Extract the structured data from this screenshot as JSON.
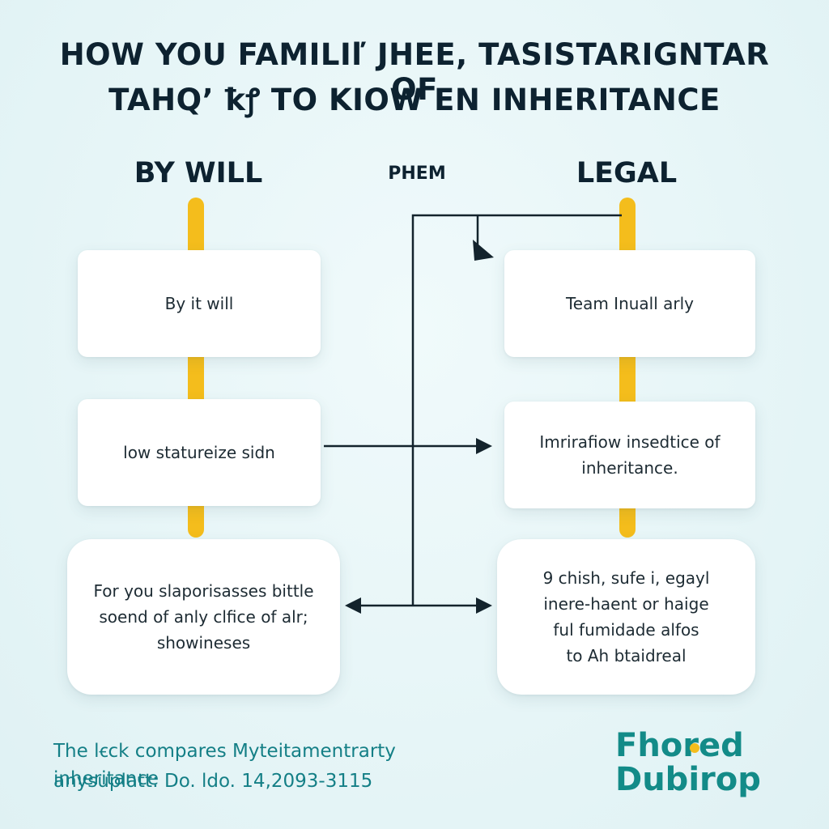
{
  "title": {
    "line1": "HOW YOU FAMILIľ JHEE, TASISTARIGNTAR OF",
    "line2": "TAHQ’ ꝁꝭ TO KIOW EN INHERITANCE"
  },
  "columns": {
    "left_heading": "BY WILL",
    "middle_heading": "PHEM",
    "right_heading": "LEGAL"
  },
  "left_cards": [
    {
      "lines": [
        "By it will"
      ]
    },
    {
      "lines": [
        "low statureize sidn"
      ]
    },
    {
      "lines": [
        "For you slaporisasses bittle",
        "soend of anly clfice of alr;",
        "showineses"
      ]
    }
  ],
  "right_cards": [
    {
      "lines": [
        "Team Inuall arly"
      ]
    },
    {
      "lines": [
        "Imrirafiow insedtice of",
        "inheritance."
      ]
    },
    {
      "lines": [
        "9 chish, sufe i, egayl",
        "inere-haent or haige",
        "ful fumidade alfos",
        "to Ah btaidreal"
      ]
    }
  ],
  "caption": {
    "line1": "The lꞓck compares Myteitamentrarty inheritance",
    "line2": "anysuplatt: Do. ldo. 14,2093-3115"
  },
  "logo": {
    "line1": "Fhored",
    "line2": "Dubirop"
  },
  "colors": {
    "background": "#e8f6f7",
    "rail": "#f4bd1c",
    "heading": "#0d2230",
    "connector": "#13232c",
    "caption": "#147f86",
    "logo": "#138b88"
  }
}
